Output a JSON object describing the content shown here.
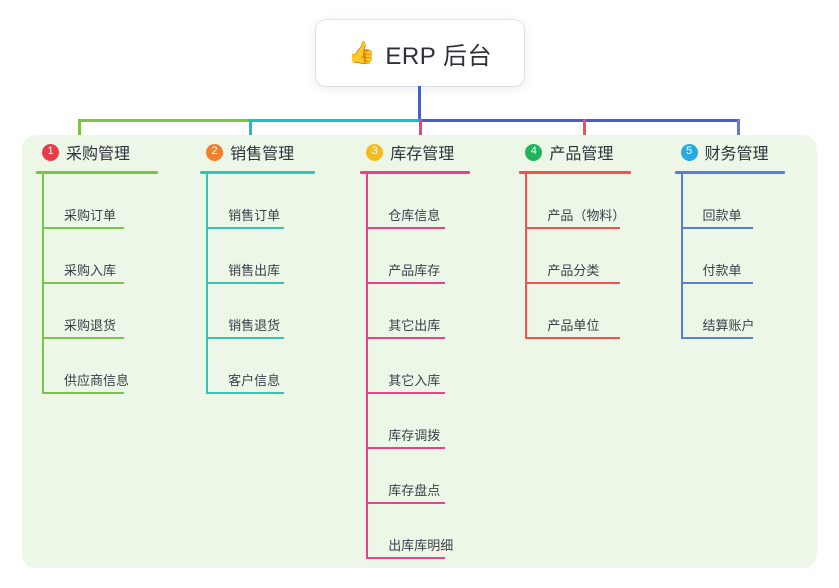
{
  "root": {
    "icon": "thumbs-up-icon",
    "emoji": "👍",
    "label": "ERP 后台"
  },
  "colors": {
    "panel_bg": "#ecf7e8",
    "page_bg": "#ffffff",
    "trunk": "#4a5fc1",
    "bus_left": "#7dc24b",
    "bus_mid": "#17becd",
    "bus_right": "#4a5fc1",
    "text": "#2e3239"
  },
  "branches": [
    {
      "index": "1",
      "title": "采购管理",
      "badge_color": "#ea3b4b",
      "line_color": "#7dc24b",
      "drop_color": "#7dc24b",
      "items": [
        "采购订单",
        "采购入库",
        "采购退货",
        "供应商信息"
      ]
    },
    {
      "index": "2",
      "title": "销售管理",
      "badge_color": "#f0802c",
      "line_color": "#34c3b5",
      "drop_color": "#17becd",
      "items": [
        "销售订单",
        "销售出库",
        "销售退货",
        "客户信息"
      ]
    },
    {
      "index": "3",
      "title": "库存管理",
      "badge_color": "#f5bc1c",
      "line_color": "#e8428a",
      "drop_color": "#e8428a",
      "items": [
        "仓库信息",
        "产品库存",
        "其它出库",
        "其它入库",
        "库存调拨",
        "库存盘点",
        "出库库明细"
      ]
    },
    {
      "index": "4",
      "title": "产品管理",
      "badge_color": "#22b35c",
      "line_color": "#f0524d",
      "drop_color": "#f0524d",
      "items": [
        "产品（物料）",
        "产品分类",
        "产品单位"
      ]
    },
    {
      "index": "5",
      "title": "财务管理",
      "badge_color": "#29a9e0",
      "line_color": "#5b7fd4",
      "drop_color": "#5b7fd4",
      "items": [
        "回款单",
        "付款单",
        "结算账户"
      ]
    }
  ]
}
